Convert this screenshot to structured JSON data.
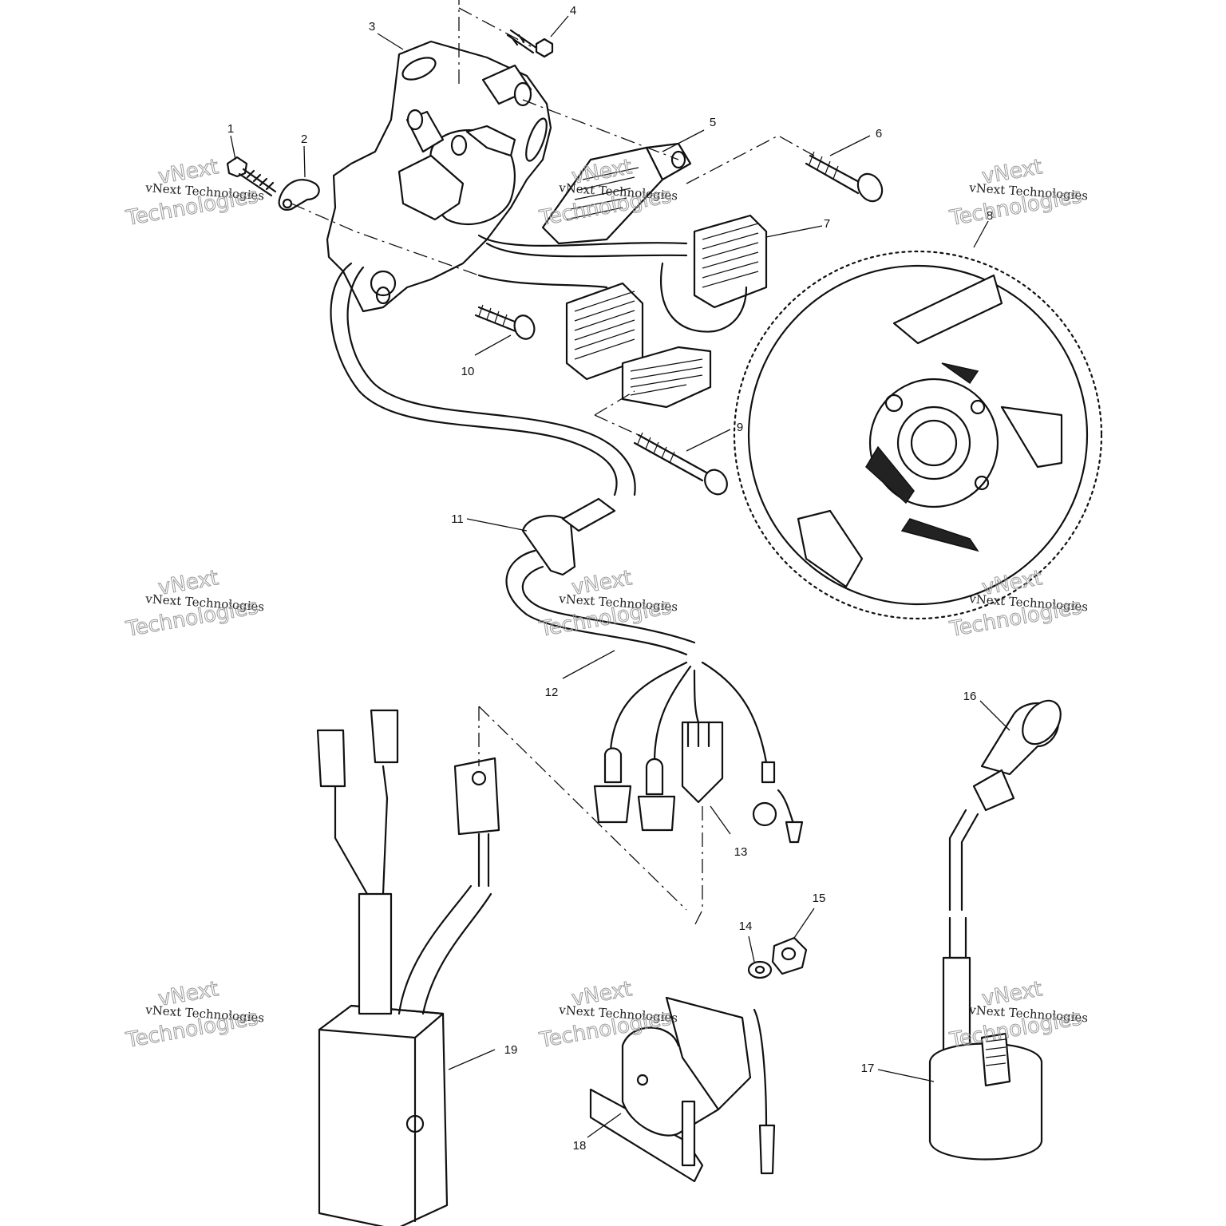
{
  "callouts": [
    {
      "id": "1",
      "label": "1"
    },
    {
      "id": "2",
      "label": "2"
    },
    {
      "id": "3",
      "label": "3"
    },
    {
      "id": "4",
      "label": "4"
    },
    {
      "id": "5",
      "label": "5"
    },
    {
      "id": "6",
      "label": "6"
    },
    {
      "id": "7",
      "label": "7"
    },
    {
      "id": "8",
      "label": "8"
    },
    {
      "id": "9",
      "label": "9"
    },
    {
      "id": "10",
      "label": "10"
    },
    {
      "id": "11",
      "label": "11"
    },
    {
      "id": "12",
      "label": "12"
    },
    {
      "id": "13",
      "label": "13"
    },
    {
      "id": "14",
      "label": "14"
    },
    {
      "id": "15",
      "label": "15"
    },
    {
      "id": "16",
      "label": "16"
    },
    {
      "id": "17",
      "label": "17"
    },
    {
      "id": "18",
      "label": "18"
    },
    {
      "id": "19",
      "label": "19"
    }
  ],
  "watermark": {
    "line_small": "vNext Technologies",
    "line_big_1": "vNext",
    "line_big_2": "Technologies"
  }
}
